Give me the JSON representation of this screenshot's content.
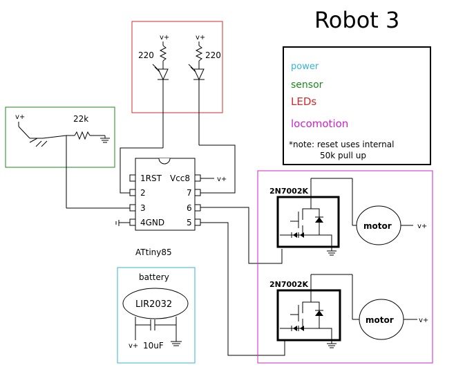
{
  "title": "Robot 3",
  "legend": {
    "items": [
      {
        "label": "power",
        "color": "#33b5d6"
      },
      {
        "label": "sensor",
        "color": "#1a8a1a"
      },
      {
        "label": "LEDs",
        "color": "#d62828"
      },
      {
        "label": "locomotion",
        "color": "#cc22cc"
      }
    ],
    "note_line1": "*note: reset uses internal",
    "note_line2": "50k pull up"
  },
  "chip": {
    "name": "ATtiny85",
    "pins": {
      "p1": "1RST",
      "p2": "2",
      "p3": "3",
      "p4": "4GND",
      "p5": "5",
      "p6": "6",
      "p7": "7",
      "p8": "Vcc8"
    }
  },
  "led_section": {
    "supply_left": "v+",
    "supply_right": "v+",
    "resistor_left": "220",
    "resistor_right": "220"
  },
  "sensor_section": {
    "supply": "v+",
    "resistor": "22k"
  },
  "vcc_supply": "v+",
  "battery_section": {
    "title": "battery",
    "cell": "LIR2032",
    "supply": "v+",
    "capacitor": "10uF"
  },
  "drivers": [
    {
      "part": "2N7002K",
      "motor": "motor",
      "supply": "v+"
    },
    {
      "part": "2N7002K",
      "motor": "motor",
      "supply": "v+"
    }
  ],
  "colors": {
    "power": "#33b5d6",
    "sensor": "#1a8a1a",
    "leds": "#d62828",
    "locomotion": "#cc22cc"
  }
}
